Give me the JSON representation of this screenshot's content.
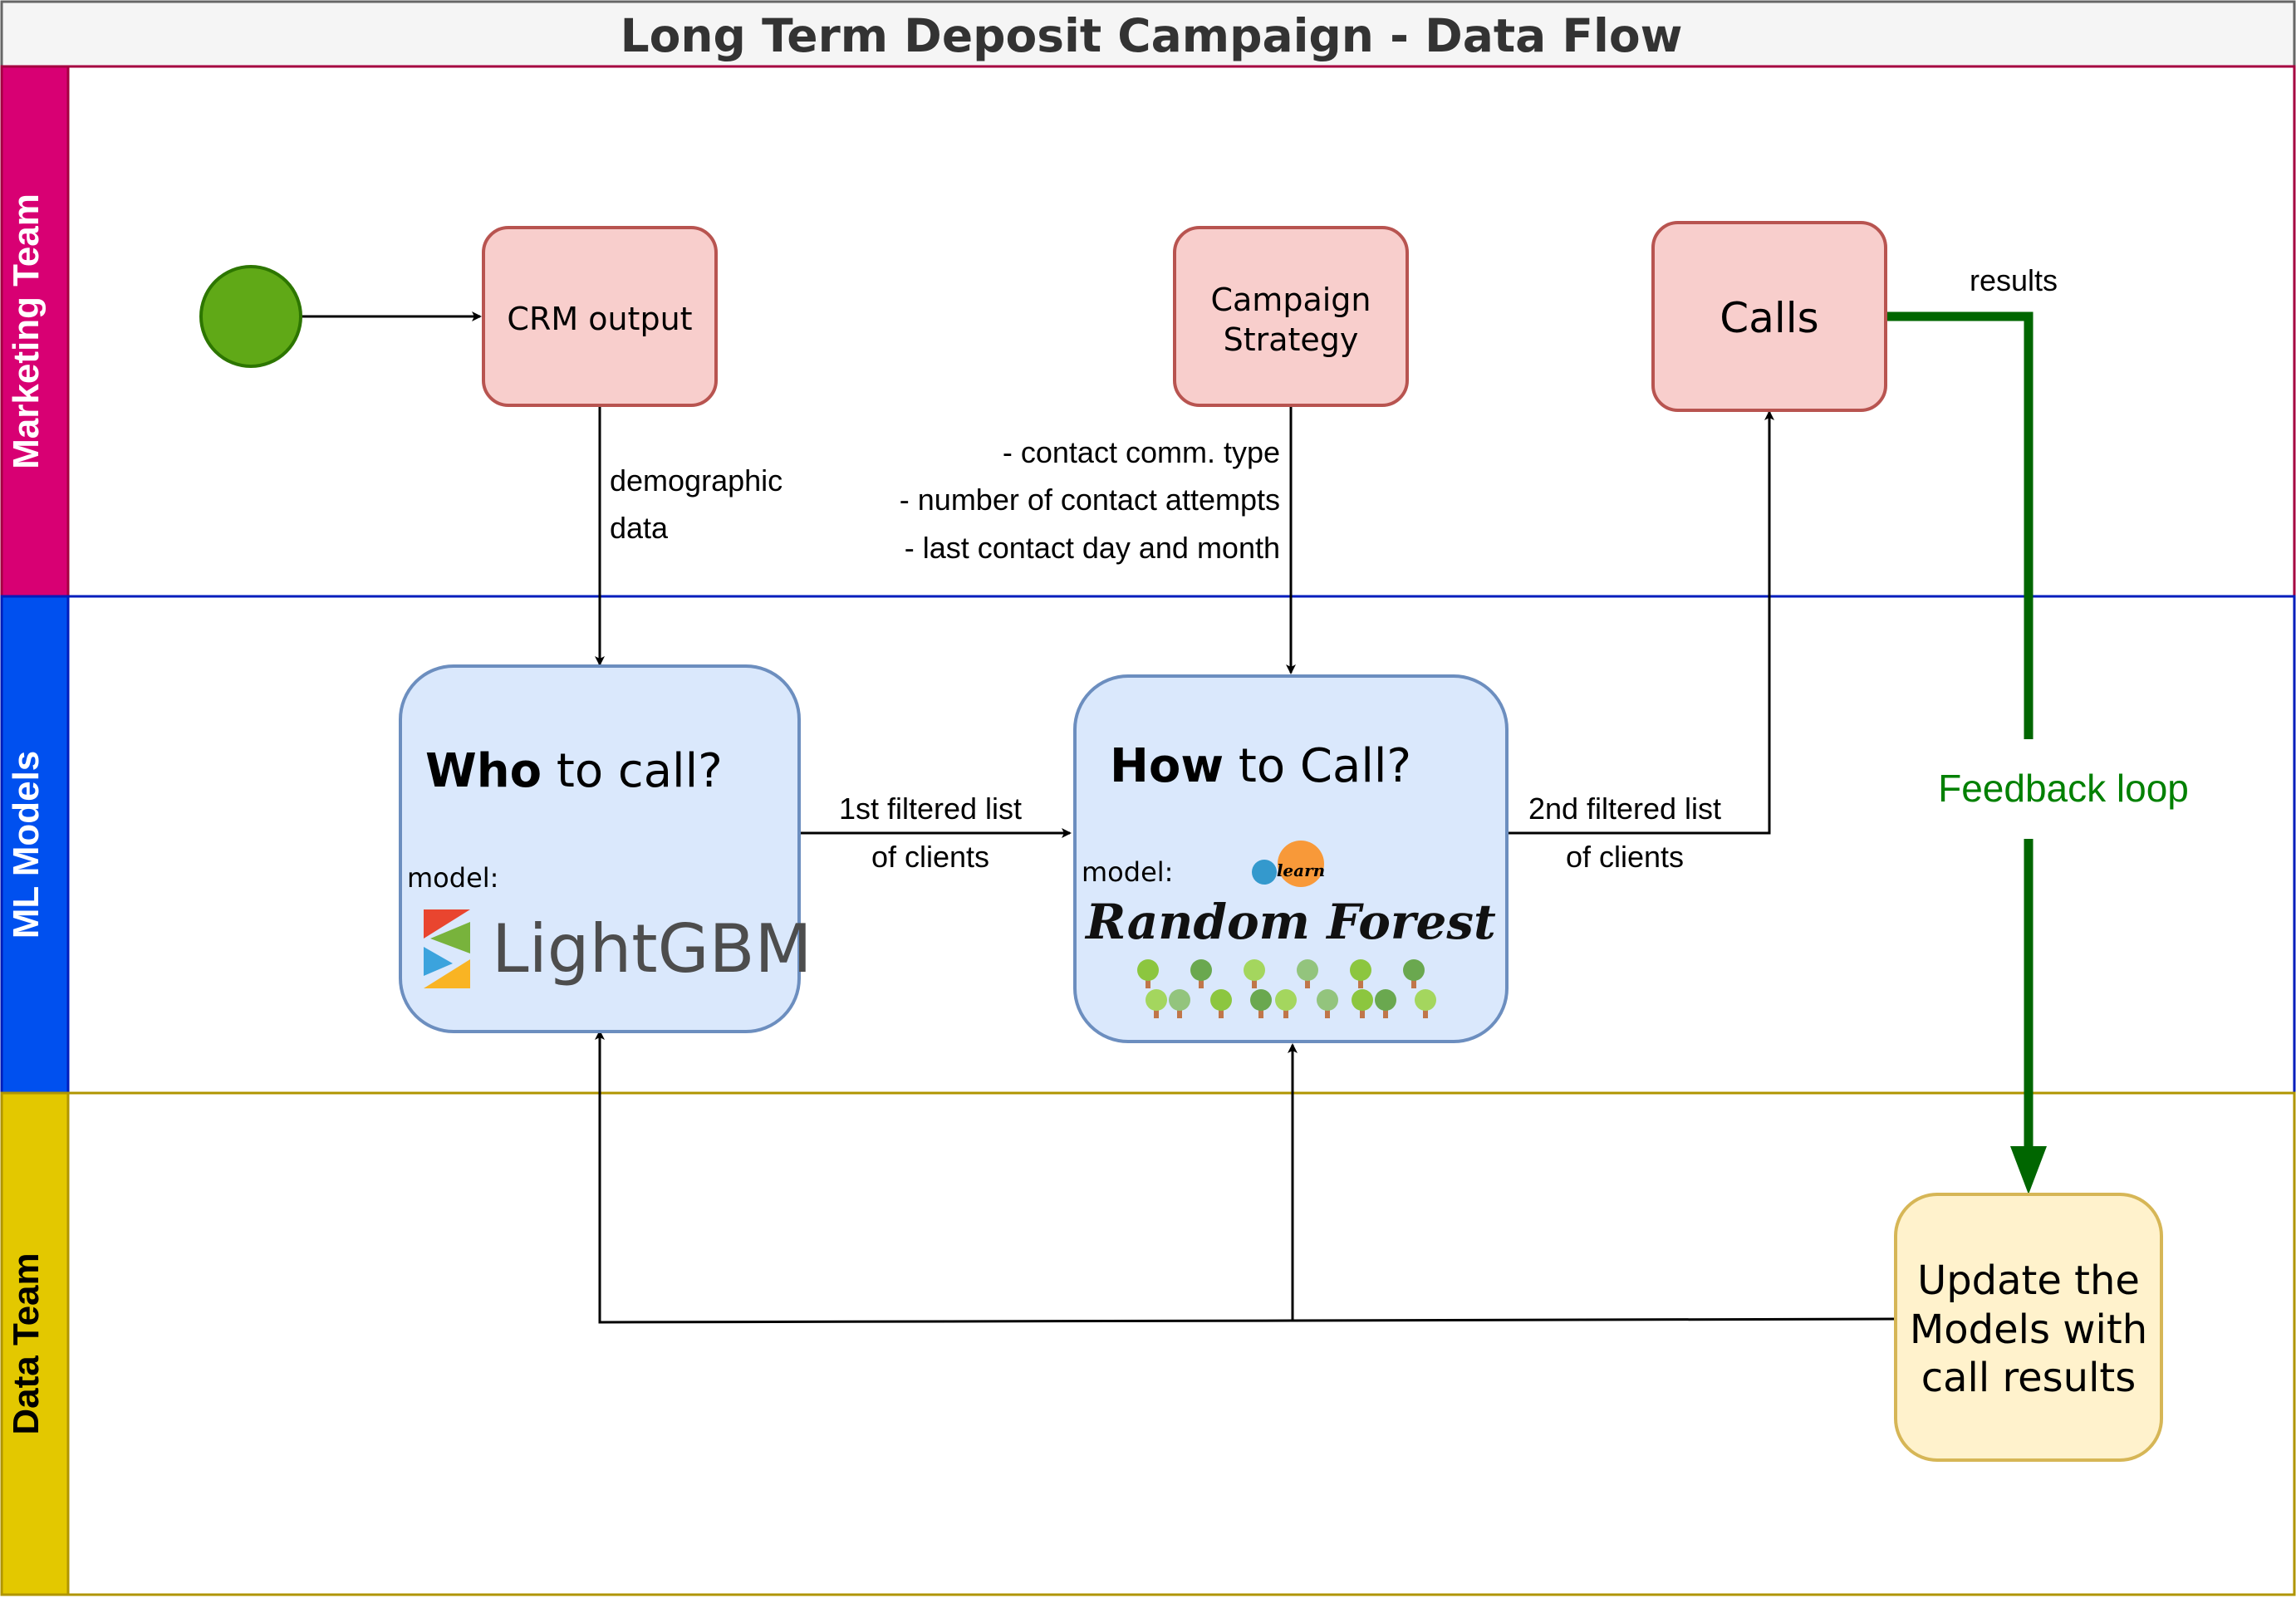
{
  "title": "Long Term Deposit Campaign - Data Flow",
  "lanes": {
    "marketing": {
      "label": "Marketing Team",
      "color": "#d80073"
    },
    "ml": {
      "label": "ML Models",
      "color": "#0050ef"
    },
    "data": {
      "label": "Data Team",
      "color": "#e3c800"
    }
  },
  "nodes": {
    "crm": "CRM output",
    "strategy_line1": "Campaign",
    "strategy_line2": "Strategy",
    "calls": "Calls",
    "who_bold": "Who",
    "who_rest": " to call?",
    "who_model_label": "model:",
    "who_logo": "LightGBM",
    "how_bold": "How",
    "how_rest": " to Call?",
    "how_model_label": "model:",
    "how_logo_small": "learn",
    "how_logo_script": "Random Forest",
    "update_line1": "Update the",
    "update_line2": "Models with",
    "update_line3": "call results"
  },
  "edges": {
    "demographic_line1": "demographic",
    "demographic_line2": "data",
    "strategy_line1": "- contact comm. type",
    "strategy_line2": "- number of contact attempts",
    "strategy_line3": "- last contact day and month",
    "first_list_line1": "1st filtered list",
    "first_list_line2": "of clients",
    "second_list_line1": "2nd filtered list",
    "second_list_line2": "of clients",
    "results": "results",
    "feedback": "Feedback loop"
  },
  "colors": {
    "start_fill": "#60a917",
    "start_stroke": "#2d7600",
    "marketing_node_fill": "#f8cecc",
    "marketing_node_stroke": "#b85450",
    "ml_node_fill": "#dae8fc",
    "ml_node_stroke": "#6c8ebf",
    "data_node_fill": "#fff2cc",
    "data_node_stroke": "#d6b656",
    "feedback": "#006600",
    "feedback_text": "#008000"
  },
  "icons": {
    "start": "start-event-circle",
    "lightgbm": "lightgbm-logo",
    "sklearn": "scikit-learn-logo",
    "trees": "tree-icons"
  }
}
